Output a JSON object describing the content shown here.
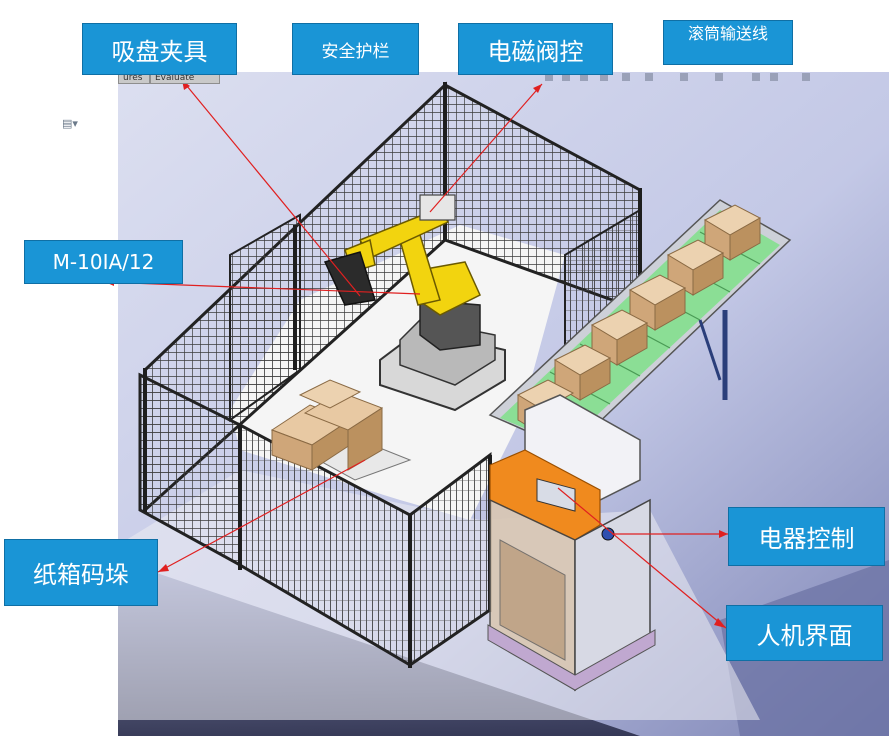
{
  "labels": {
    "suction_gripper": "吸盘夹具",
    "safety_fence": "安全护栏",
    "solenoid_valve": "电磁阀控",
    "roller_conveyor": "滚筒输送线",
    "robot_model": "M-10IA/12",
    "carton_palletizing": "纸箱码垛",
    "electrical_control": "电器控制",
    "hmi": "人机界面"
  },
  "cad_toolbar": {
    "tab1": "ures",
    "tab2": "Evaluate"
  },
  "colors": {
    "label_bg": "#1a95d6",
    "label_text": "#ffffff",
    "arrow": "#e02020",
    "robot": "#f2d40f",
    "cabinet_accent": "#f08a1e",
    "conveyor_rollers": "#7fe08a",
    "box": "#d9b48a"
  }
}
